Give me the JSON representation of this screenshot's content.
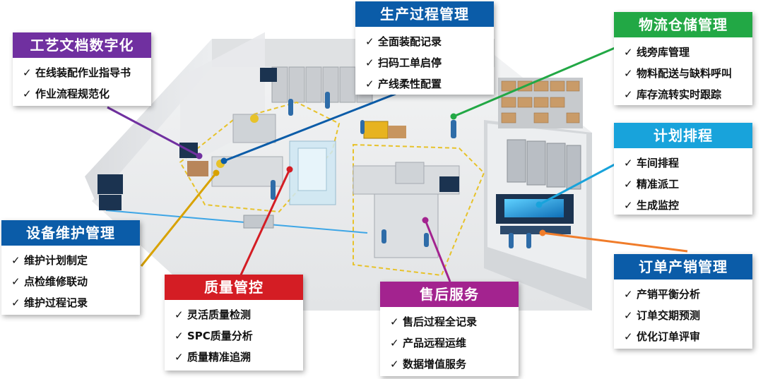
{
  "colors": {
    "purple": "#7030A0",
    "blue": "#0B5CA8",
    "green": "#22A845",
    "cyan": "#18A3DB",
    "red": "#D41D24",
    "magenta": "#A3238F",
    "orange": "#F07C2A",
    "yellow": "#D8A200"
  },
  "check_glyph": "✓",
  "cards": {
    "craft_docs": {
      "title": "工艺文档数字化",
      "items": [
        "在线装配作业指导书",
        "作业流程规范化"
      ]
    },
    "production": {
      "title": "生产过程管理",
      "items": [
        "全面装配记录",
        "扫码工单启停",
        "产线柔性配置"
      ]
    },
    "logistics": {
      "title": "物流仓储管理",
      "items": [
        "线旁库管理",
        "物料配送与缺料呼叫",
        "库存流转实时跟踪"
      ]
    },
    "planning": {
      "title": "计划排程",
      "items": [
        "车间排程",
        "精准派工",
        "生成监控"
      ]
    },
    "orders": {
      "title": "订单产销管理",
      "items": [
        "产销平衡分析",
        "订单交期预测",
        "优化订单评审"
      ]
    },
    "equipment": {
      "title": "设备维护管理",
      "items": [
        "维护计划制定",
        "点检维修联动",
        "维护过程记录"
      ]
    },
    "quality": {
      "title": "质量管控",
      "items": [
        "灵活质量检测",
        "SPC质量分析",
        "质量精准追溯"
      ]
    },
    "after_sales": {
      "title": "售后服务",
      "items": [
        "售后过程全记录",
        "产品远程运维",
        "数据增值服务"
      ]
    }
  }
}
